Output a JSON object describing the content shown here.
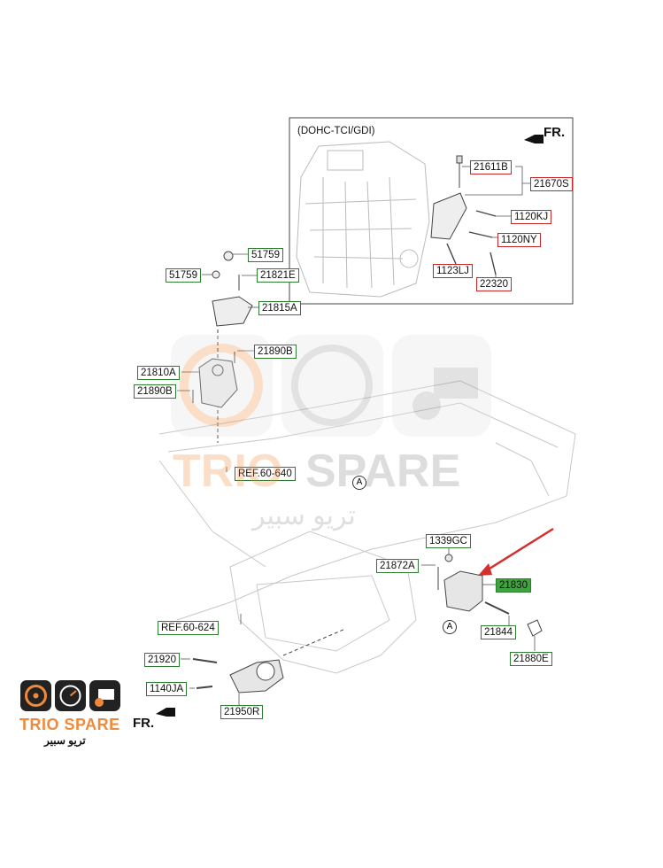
{
  "inset": {
    "variant": "(DOHC-TCI/GDI)",
    "front": "FR."
  },
  "main": {
    "front": "FR."
  },
  "parts_inset": [
    "21611B",
    "21670S",
    "1120KJ",
    "1120NY",
    "1123LJ",
    "22320"
  ],
  "parts_upper": [
    "51759",
    "51759",
    "21821E",
    "21815A",
    "21890B",
    "21810A",
    "21890B"
  ],
  "refs": [
    "REF.60-640",
    "REF.60-624"
  ],
  "parts_lower": [
    "1339GC",
    "21872A",
    "21830",
    "21844",
    "21880E",
    "21920",
    "1140JA",
    "21950R"
  ],
  "markers": [
    "A",
    "A"
  ],
  "watermark": {
    "brand_trio": "TRIO",
    "brand_spare": "SPARE",
    "arabic": "تريو سبير"
  },
  "logo": {
    "brand": "TRIO SPARE",
    "arabic": "تريو سبير"
  },
  "colors": {
    "accent_orange": "#f08a3a",
    "green_box": "#2e7d32",
    "red_box": "#c62828",
    "highlight": "#3fa33f",
    "arrow_red": "#d32f2f"
  }
}
